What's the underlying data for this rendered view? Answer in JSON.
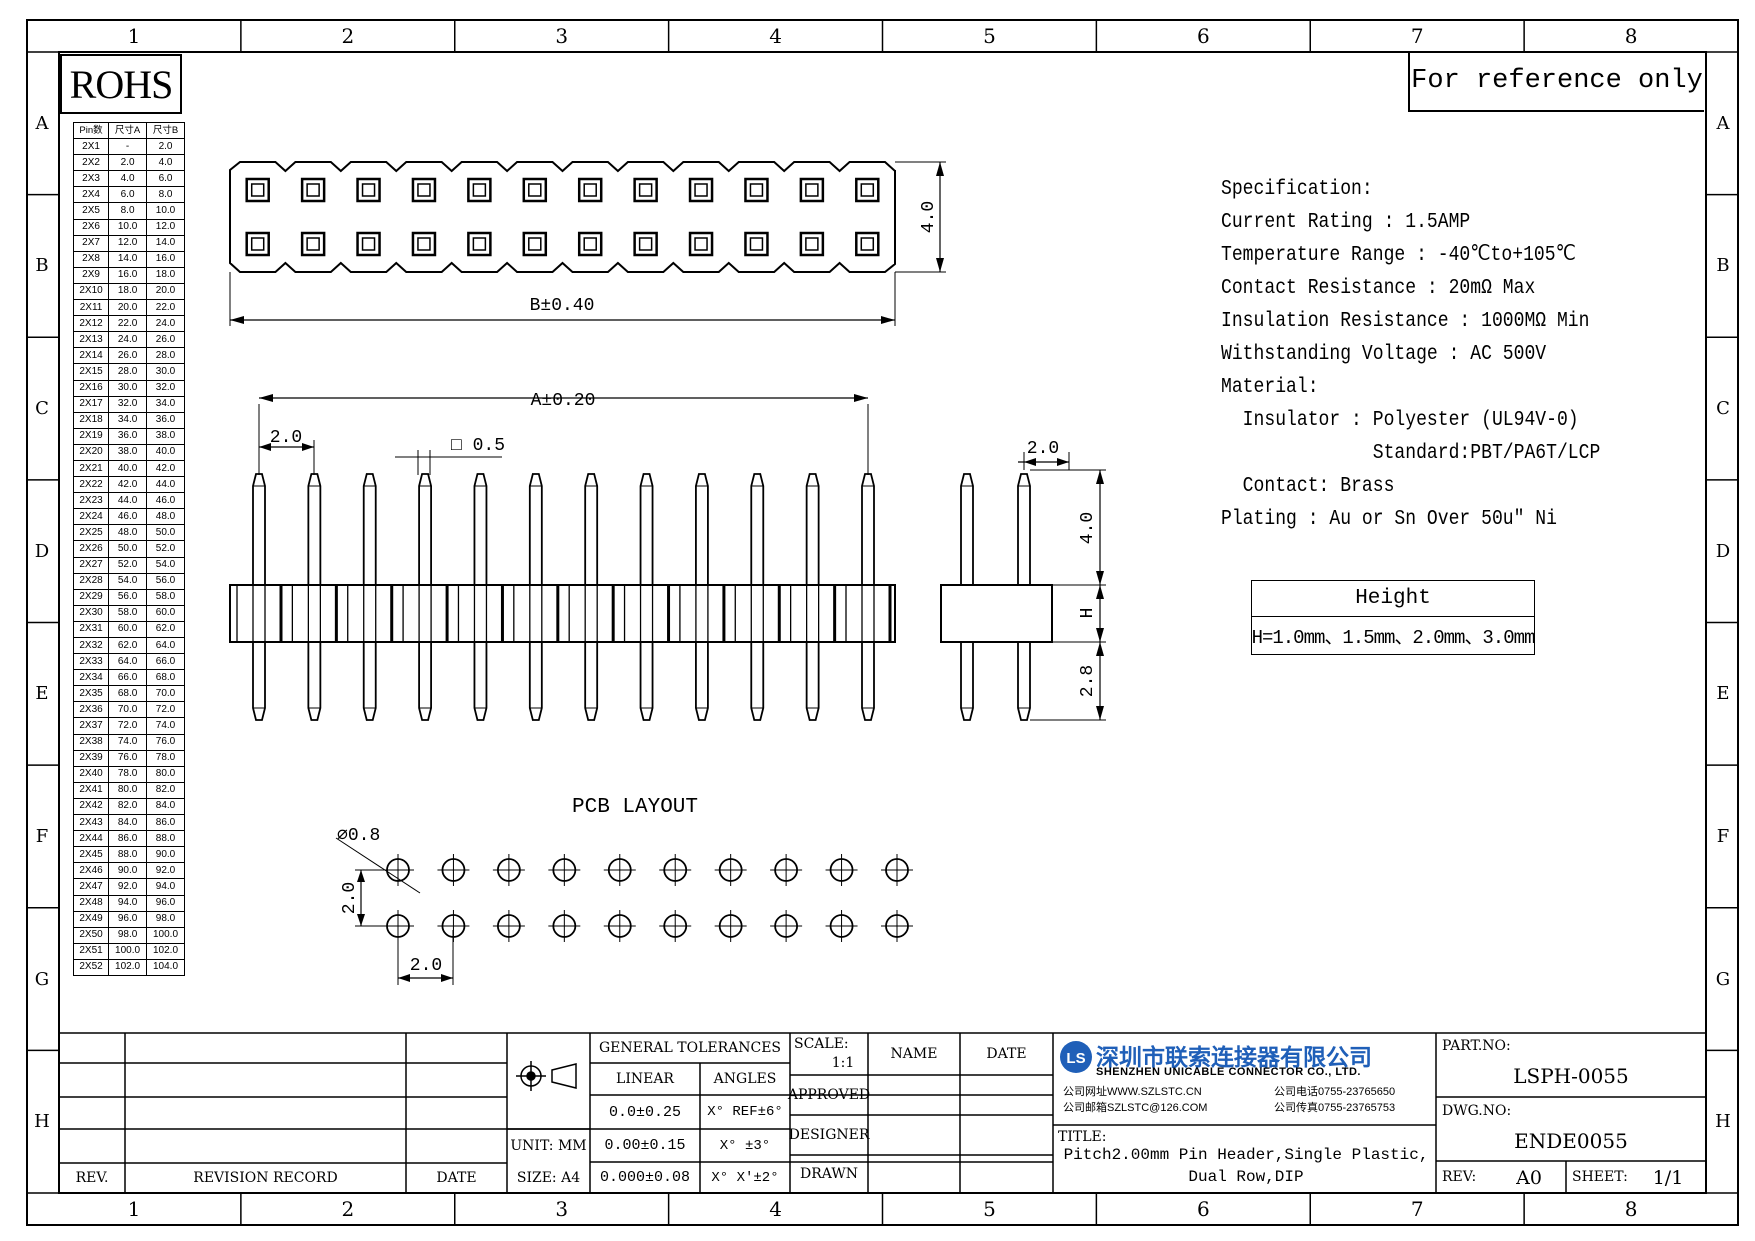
{
  "frame": {
    "columns": [
      "1",
      "2",
      "3",
      "4",
      "5",
      "6",
      "7",
      "8"
    ],
    "rows": [
      "A",
      "B",
      "C",
      "D",
      "E",
      "F",
      "G",
      "H"
    ]
  },
  "rohs_label": "ROHS",
  "reference_note": "For reference only",
  "pin_table": {
    "headers": [
      "Pin数",
      "尺寸A",
      "尺寸B"
    ],
    "rows": [
      [
        "2X1",
        "-",
        "2.0"
      ],
      [
        "2X2",
        "2.0",
        "4.0"
      ],
      [
        "2X3",
        "4.0",
        "6.0"
      ],
      [
        "2X4",
        "6.0",
        "8.0"
      ],
      [
        "2X5",
        "8.0",
        "10.0"
      ],
      [
        "2X6",
        "10.0",
        "12.0"
      ],
      [
        "2X7",
        "12.0",
        "14.0"
      ],
      [
        "2X8",
        "14.0",
        "16.0"
      ],
      [
        "2X9",
        "16.0",
        "18.0"
      ],
      [
        "2X10",
        "18.0",
        "20.0"
      ],
      [
        "2X11",
        "20.0",
        "22.0"
      ],
      [
        "2X12",
        "22.0",
        "24.0"
      ],
      [
        "2X13",
        "24.0",
        "26.0"
      ],
      [
        "2X14",
        "26.0",
        "28.0"
      ],
      [
        "2X15",
        "28.0",
        "30.0"
      ],
      [
        "2X16",
        "30.0",
        "32.0"
      ],
      [
        "2X17",
        "32.0",
        "34.0"
      ],
      [
        "2X18",
        "34.0",
        "36.0"
      ],
      [
        "2X19",
        "36.0",
        "38.0"
      ],
      [
        "2X20",
        "38.0",
        "40.0"
      ],
      [
        "2X21",
        "40.0",
        "42.0"
      ],
      [
        "2X22",
        "42.0",
        "44.0"
      ],
      [
        "2X23",
        "44.0",
        "46.0"
      ],
      [
        "2X24",
        "46.0",
        "48.0"
      ],
      [
        "2X25",
        "48.0",
        "50.0"
      ],
      [
        "2X26",
        "50.0",
        "52.0"
      ],
      [
        "2X27",
        "52.0",
        "54.0"
      ],
      [
        "2X28",
        "54.0",
        "56.0"
      ],
      [
        "2X29",
        "56.0",
        "58.0"
      ],
      [
        "2X30",
        "58.0",
        "60.0"
      ],
      [
        "2X31",
        "60.0",
        "62.0"
      ],
      [
        "2X32",
        "62.0",
        "64.0"
      ],
      [
        "2X33",
        "64.0",
        "66.0"
      ],
      [
        "2X34",
        "66.0",
        "68.0"
      ],
      [
        "2X35",
        "68.0",
        "70.0"
      ],
      [
        "2X36",
        "70.0",
        "72.0"
      ],
      [
        "2X37",
        "72.0",
        "74.0"
      ],
      [
        "2X38",
        "74.0",
        "76.0"
      ],
      [
        "2X39",
        "76.0",
        "78.0"
      ],
      [
        "2X40",
        "78.0",
        "80.0"
      ],
      [
        "2X41",
        "80.0",
        "82.0"
      ],
      [
        "2X42",
        "82.0",
        "84.0"
      ],
      [
        "2X43",
        "84.0",
        "86.0"
      ],
      [
        "2X44",
        "86.0",
        "88.0"
      ],
      [
        "2X45",
        "88.0",
        "90.0"
      ],
      [
        "2X46",
        "90.0",
        "92.0"
      ],
      [
        "2X47",
        "92.0",
        "94.0"
      ],
      [
        "2X48",
        "94.0",
        "96.0"
      ],
      [
        "2X49",
        "96.0",
        "98.0"
      ],
      [
        "2X50",
        "98.0",
        "100.0"
      ],
      [
        "2X51",
        "100.0",
        "102.0"
      ],
      [
        "2X52",
        "102.0",
        "104.0"
      ]
    ]
  },
  "drawing": {
    "top_view": {
      "pins_per_row": 12,
      "dim_height": "4.0",
      "dim_length": "B±0.40"
    },
    "front_view": {
      "pins": 12,
      "dim_A": "A±0.20",
      "dim_pitch": "2.0",
      "dim_pin": "□ 0.5"
    },
    "side_view": {
      "dim_pitch": "2.0",
      "dim_top": "4.0",
      "dim_mid": "H",
      "dim_bottom": "2.8"
    },
    "pcb_layout": {
      "title": "PCB LAYOUT",
      "holes_per_row": 10,
      "dim_hole": "⌀0.8",
      "dim_row_pitch": "2.0",
      "dim_col_pitch": "2.0"
    }
  },
  "specification": {
    "lines": [
      "Specification:",
      "Current Rating : 1.5AMP",
      "Temperature Range : -40℃to+105℃",
      "Contact Resistance : 20mΩ Max",
      "Insulation Resistance : 1000MΩ Min",
      "Withstanding Voltage : AC 500V",
      "Material:",
      "  Insulator : Polyester (UL94V-0)",
      "              Standard:PBT/PA6T/LCP",
      "  Contact: Brass",
      "Plating : Au or Sn Over 50u\" Ni"
    ]
  },
  "height_box": {
    "title": "Height",
    "values": "H=1.0mm、1.5mm、2.0mm、3.0mm"
  },
  "title_block": {
    "rev_col": "REV.",
    "revision_record": "REVISION RECORD",
    "date_col": "DATE",
    "unit": "UNIT: MM",
    "size": "SIZE: A4",
    "general_tolerances": "GENERAL TOLERANCES",
    "linear": "LINEAR",
    "angles": "ANGLES",
    "lin1": "0.0±0.25",
    "lin2": "0.00±0.15",
    "lin3": "0.000±0.08",
    "ang1": "X° REF±6°",
    "ang2": "X° ±3°",
    "ang3": "X° X'±2°",
    "scale_label": "SCALE:",
    "scale_value": "1:1",
    "approved": "APPROVED",
    "designer": "DESIGNER",
    "drawn": "DRAWN",
    "name": "NAME",
    "date": "DATE",
    "company_cn": "深圳市联索连接器有限公司",
    "company_en": "SHENZHEN UNICABLE CONNECTOR CO., LTD.",
    "website": "公司网址WWW.SZLSTC.CN",
    "email": "公司邮箱SZLSTC@126.COM",
    "phone": "公司电话0755-23765650",
    "fax": "公司传真0755-23765753",
    "logo_text": "LS",
    "title_label": "TITLE:",
    "title_line1": "Pitch2.00mm Pin Header,Single Plastic,",
    "title_line2": "Dual Row,DIP",
    "part_no_label": "PART.NO:",
    "part_no": "LSPH-0055",
    "dwg_no_label": "DWG.NO:",
    "dwg_no": "ENDE0055",
    "rev_label": "REV:",
    "rev_value": "A0",
    "sheet_label": "SHEET:",
    "sheet_value": "1/1"
  },
  "colors": {
    "ink": "#000000",
    "logo_blue": "#1f5fb8"
  }
}
